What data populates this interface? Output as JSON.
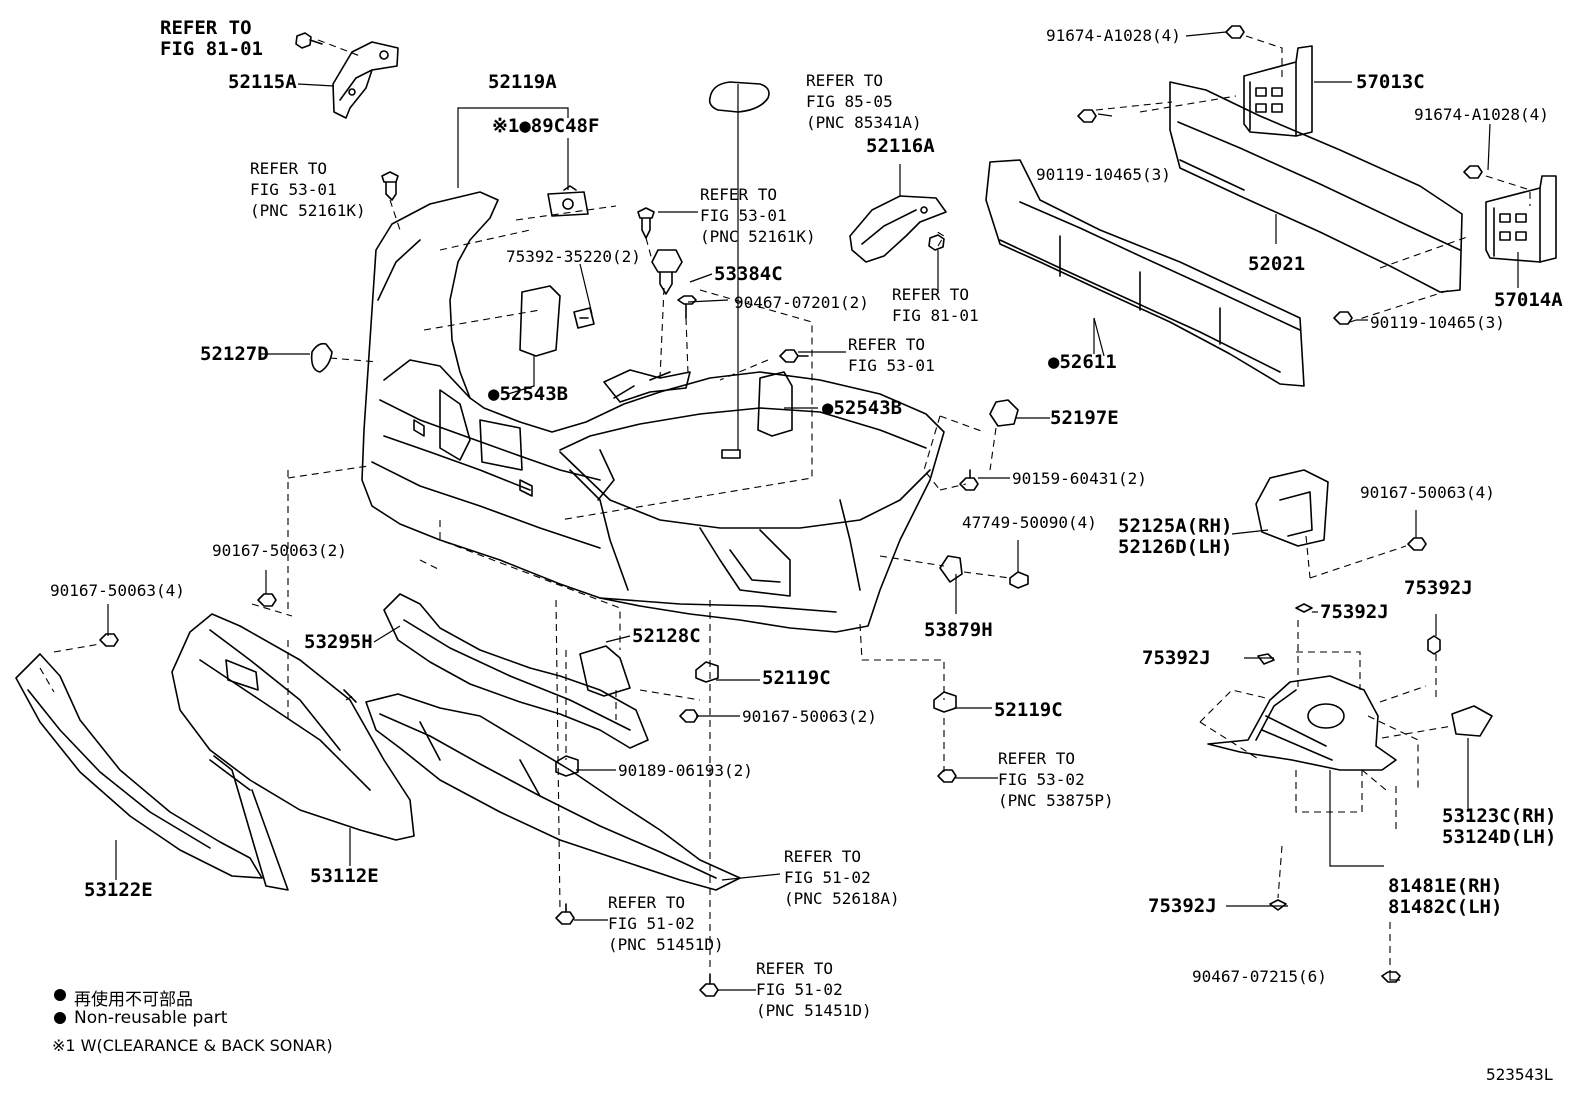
{
  "figure_id": "523543L",
  "legend": {
    "jp": "再使用不可部品",
    "en": "Non-reusable part",
    "note1": "※1 W(CLEARANCE & BACK SONAR)"
  },
  "labels": {
    "p52115A": "52115A",
    "ref_81_01_a": "REFER TO\nFIG 81-01",
    "p52119A": "52119A",
    "p89C48F": "※1●89C48F",
    "ref_53_01_a": "REFER TO\nFIG 53-01\n(PNC 52161K)",
    "ref_85_05": "REFER TO\nFIG 85-05\n(PNC 85341A)",
    "p52116A": "52116A",
    "ref_53_01_b": "REFER TO\nFIG 53-01\n(PNC 52161K)",
    "p75392_35220": "75392-35220(2)",
    "p53384C": "53384C",
    "p90467_07201": "90467-07201(2)",
    "ref_81_01_b": "REFER TO\nFIG 81-01",
    "ref_53_01_c": "REFER TO\nFIG 53-01",
    "p52127D": "52127D",
    "p52543B_a": "●52543B",
    "p52543B_b": "●52543B",
    "p91674_A1028_a": "91674-A1028(4)",
    "p57013C": "57013C",
    "p91674_A1028_b": "91674-A1028(4)",
    "p90119_10465_a": "90119-10465(3)",
    "p52021": "52021",
    "p57014A": "57014A",
    "p90119_10465_b": "90119-10465(3)",
    "p52611": "●52611",
    "p52197E": "52197E",
    "p90159_60431": "90159-60431(2)",
    "p90167_50063_r": "90167-50063(4)",
    "p52125A": "52125A(RH)\n52126D(LH)",
    "p47749_50090": "47749-50090(4)",
    "p53879H": "53879H",
    "p75392J_a": "75392J",
    "p75392J_b": "75392J",
    "p75392J_c": "75392J",
    "p75392J_d": "75392J",
    "p90167_50063_2a": "90167-50063(2)",
    "p90167_50063_4": "90167-50063(4)",
    "p53295H": "53295H",
    "p52128C": "52128C",
    "p52119C_a": "52119C",
    "p52119C_b": "52119C",
    "p90167_50063_2b": "90167-50063(2)",
    "ref_53_02": "REFER TO\nFIG 53-02\n(PNC 53875P)",
    "p90189_06193": "90189-06193(2)",
    "ref_51_02_a": "REFER TO\nFIG 51-02\n(PNC 52618A)",
    "ref_51_02_b": "REFER TO\nFIG 51-02\n(PNC 51451D)",
    "ref_51_02_c": "REFER TO\nFIG 51-02\n(PNC 51451D)",
    "p53122E": "53122E",
    "p53112E": "53112E",
    "p53123C": "53123C(RH)\n53124D(LH)",
    "p81481E": "81481E(RH)\n81482C(LH)",
    "p90467_07215": "90467-07215(6)"
  }
}
